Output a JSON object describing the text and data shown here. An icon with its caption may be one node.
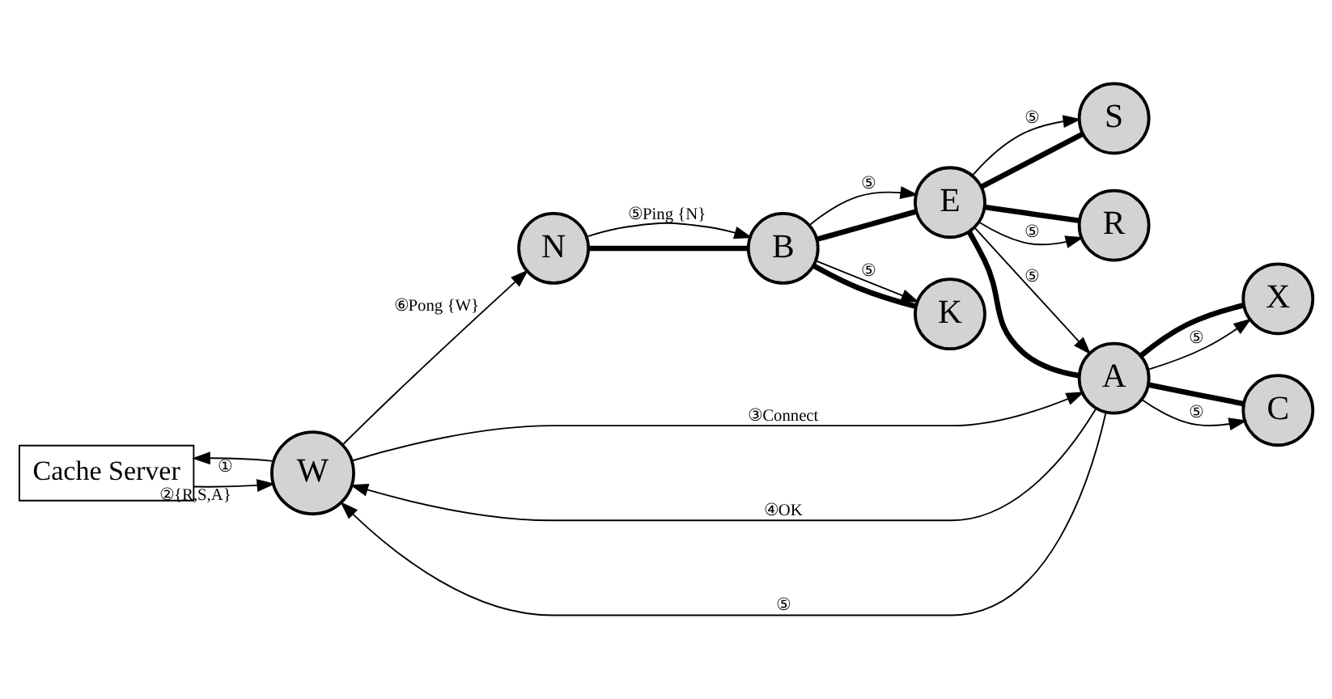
{
  "diagram": {
    "nodes": [
      {
        "text": [
          "Cache Server"
        ]
      },
      {
        "text": [
          "W"
        ]
      },
      {
        "text": [
          "X"
        ]
      },
      {
        "text": [
          "A"
        ]
      },
      {
        "text": [
          "C"
        ]
      },
      {
        "text": [
          "R"
        ]
      },
      {
        "text": [
          "E"
        ]
      },
      {
        "text": [
          "S"
        ]
      },
      {
        "text": [
          "N"
        ]
      },
      {
        "text": [
          "B"
        ]
      },
      {
        "text": [
          "K"
        ]
      }
    ],
    "edges": [
      {
        "from": 1,
        "to": 0,
        "arrow": "to",
        "label": "①"
      },
      {
        "from": 0,
        "to": 1,
        "arrow": "to",
        "label": "②{R,S,A}"
      },
      {
        "from": 1,
        "to": 3,
        "arrow": "to",
        "label": "③Connect"
      },
      {
        "from": 3,
        "to": 1,
        "arrow": "to",
        "label": "④OK"
      },
      {
        "from": 3,
        "to": 1,
        "arrow": "to",
        "label": "⑤"
      },
      {
        "from": 1,
        "to": 8,
        "arrow": "to",
        "label": "⑥Pong {W}"
      },
      {
        "from": 3,
        "to": 2,
        "arrow": "none",
        "style": "thick"
      },
      {
        "from": 3,
        "to": 4,
        "arrow": "none",
        "style": "thick"
      },
      {
        "from": 3,
        "to": 6,
        "arrow": "none",
        "style": "thick"
      },
      {
        "from": 6,
        "to": 5,
        "arrow": "none",
        "style": "thick"
      },
      {
        "from": 6,
        "to": 7,
        "arrow": "none",
        "style": "thick"
      },
      {
        "from": 6,
        "to": 9,
        "arrow": "none",
        "style": "thick"
      },
      {
        "from": 9,
        "to": 8,
        "arrow": "none",
        "style": "thick"
      },
      {
        "from": 9,
        "to": 10,
        "arrow": "none",
        "style": "thick"
      },
      {
        "from": 3,
        "to": 2,
        "arrow": "to",
        "label": "⑤"
      },
      {
        "from": 3,
        "to": 4,
        "arrow": "to",
        "label": "⑤"
      },
      {
        "from": 6,
        "to": 3,
        "arrow": "to",
        "label": "⑤"
      },
      {
        "from": 6,
        "to": 5,
        "arrow": "to",
        "label": "⑤"
      },
      {
        "from": 6,
        "to": 7,
        "arrow": "to",
        "label": "⑤"
      },
      {
        "from": 9,
        "to": 6,
        "arrow": "to",
        "label": "⑤"
      },
      {
        "from": 8,
        "to": 9,
        "arrow": "to",
        "label": "⑤Ping {N}"
      },
      {
        "from": 9,
        "to": 10,
        "arrow": "to",
        "label": "⑤"
      }
    ]
  }
}
